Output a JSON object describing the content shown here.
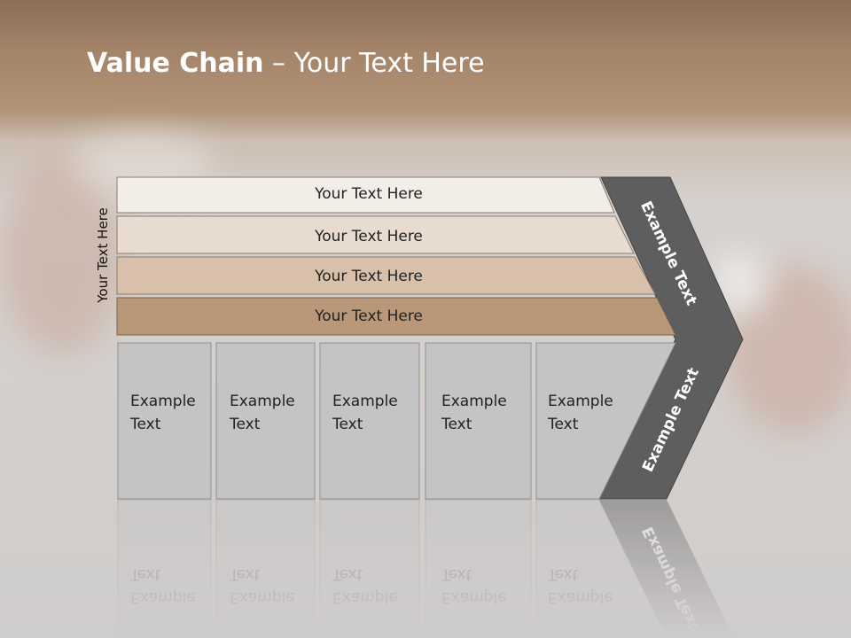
{
  "title": {
    "bold": "Value Chain",
    "rest": " – Your Text Here"
  },
  "side_label": "Your Text Here",
  "bands": [
    {
      "label": "Your Text Here",
      "fill": "#f3ede8"
    },
    {
      "label": "Your Text Here",
      "fill": "#e8dbd0"
    },
    {
      "label": "Your Text Here",
      "fill": "#d8c0aa"
    },
    {
      "label": "Your Text Here",
      "fill": "#b99879"
    }
  ],
  "boxes": [
    {
      "line1": "Example",
      "line2": "Text"
    },
    {
      "line1": "Example",
      "line2": "Text"
    },
    {
      "line1": "Example",
      "line2": "Text"
    },
    {
      "line1": "Example",
      "line2": "Text"
    },
    {
      "line1": "Example",
      "line2": "Text"
    }
  ],
  "chevron": {
    "upper": "Example Text",
    "lower": "Example Text",
    "fill": "#5e5e5e"
  }
}
